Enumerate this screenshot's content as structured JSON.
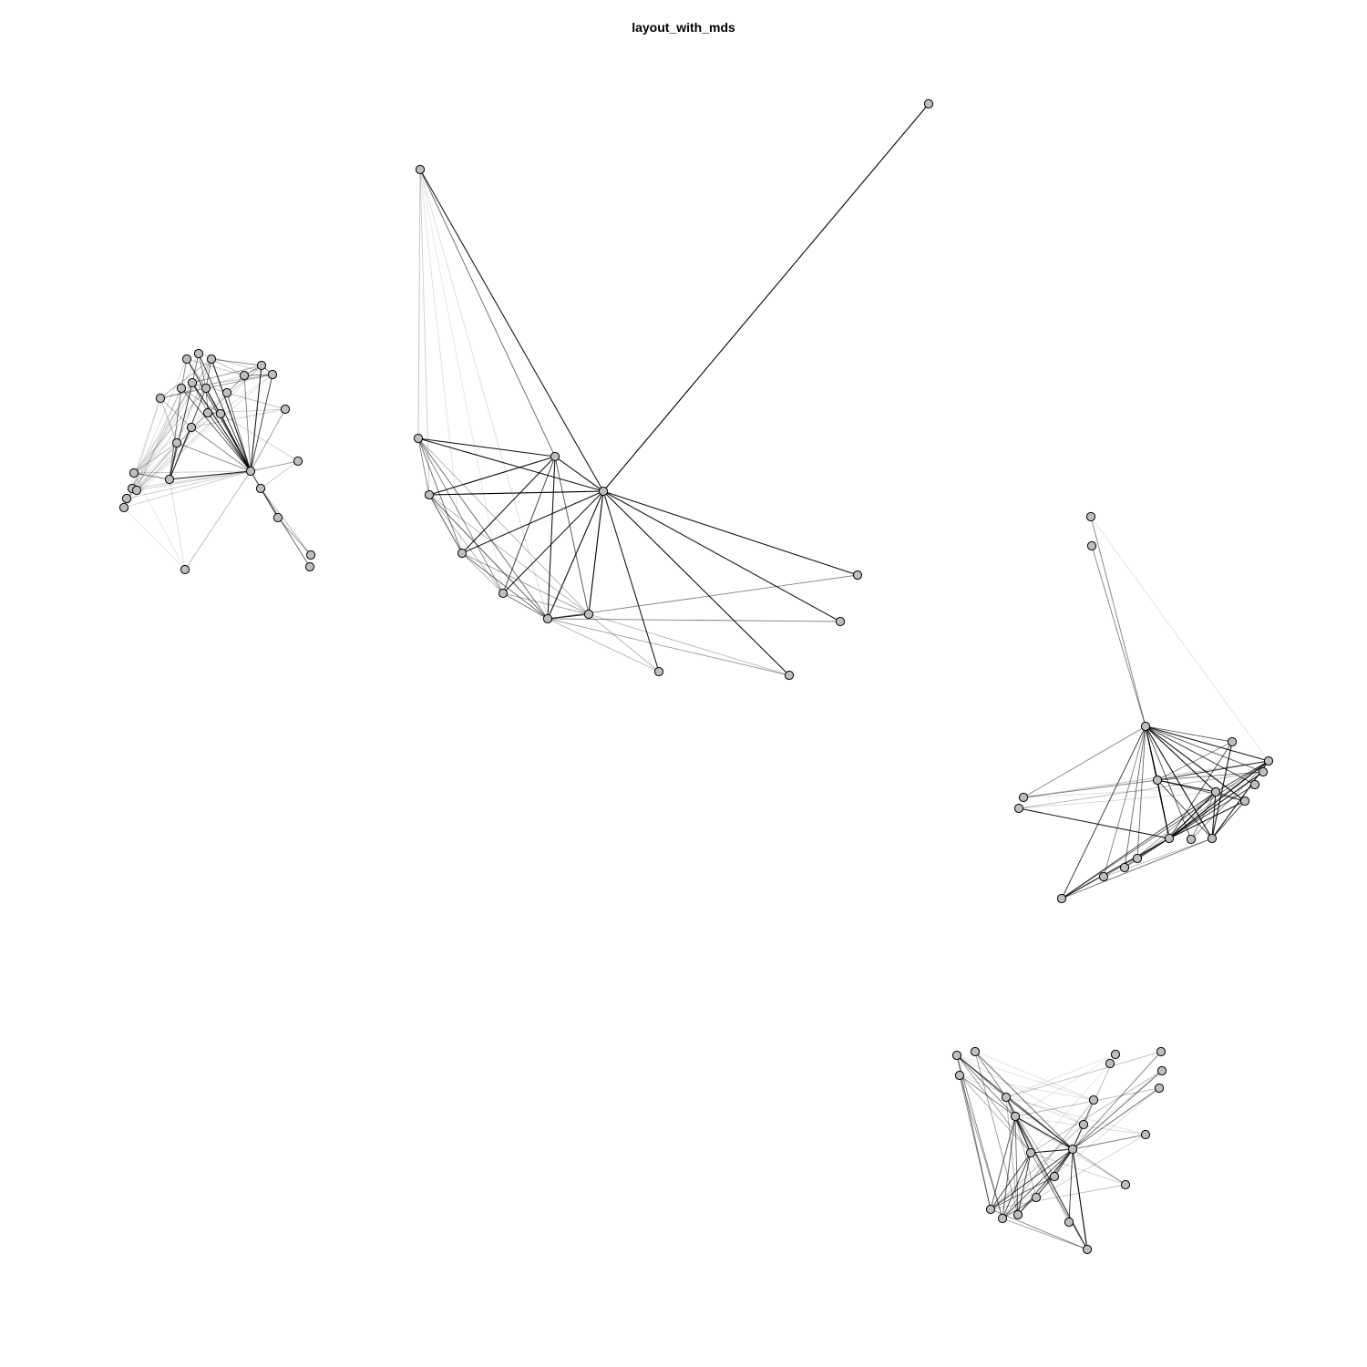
{
  "title": "layout_with_mds",
  "colors": {
    "background": "#ffffff",
    "node_fill": "#bebebe",
    "node_stroke": "#000000",
    "edge": "#000000"
  },
  "graph": {
    "layout": "mds",
    "node_count": 90,
    "components": 4
  }
}
